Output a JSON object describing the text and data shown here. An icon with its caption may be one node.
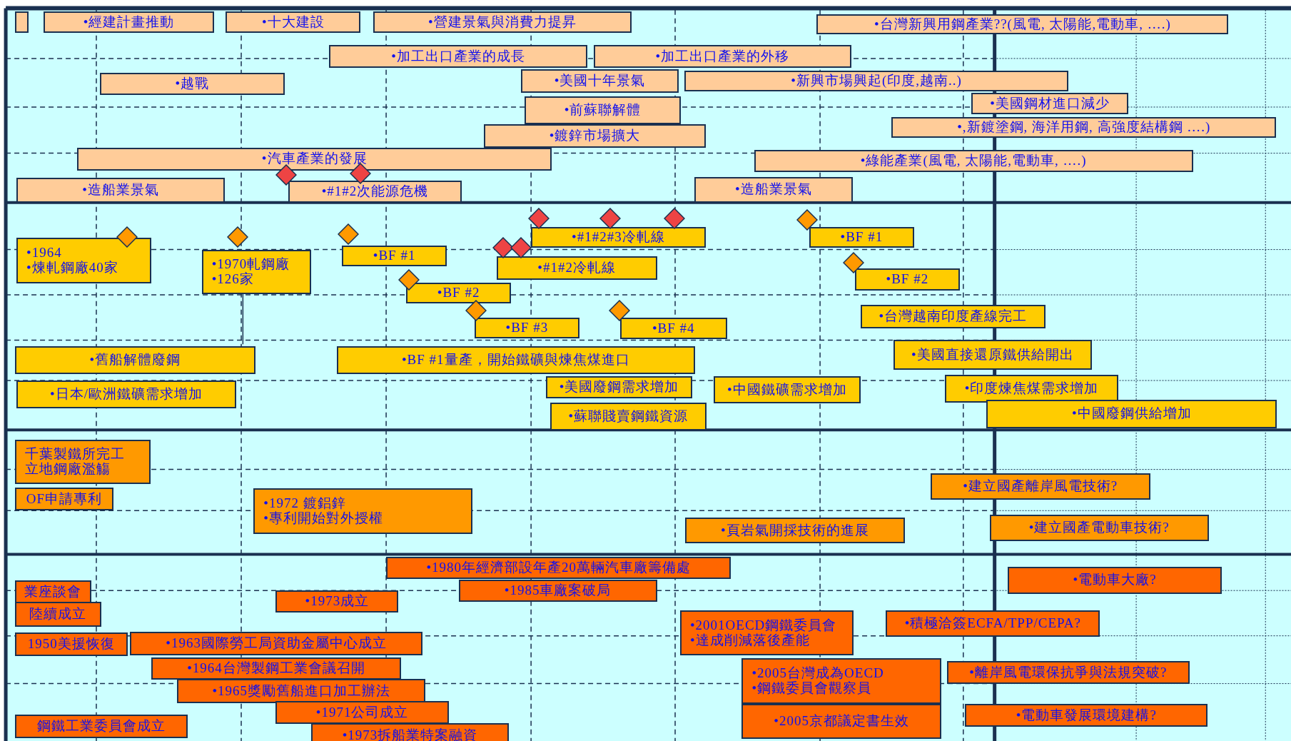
{
  "diagram": {
    "nodes": [
      {
        "text": [],
        "shape": "box"
      },
      {
        "text": [
          "•經建計畫推動"
        ]
      },
      {
        "text": [
          "•十大建設"
        ]
      },
      {
        "text": [
          "•營建景氣與消費力提昇"
        ]
      },
      {
        "text": [
          "•台灣新興用鋼產業??(風電, 太陽能,電動車, ….)"
        ]
      },
      {
        "text": [
          "•加工出口產業的成長"
        ]
      },
      {
        "text": [
          "•加工出口產業的外移"
        ]
      },
      {
        "text": [
          "•越戰"
        ]
      },
      {
        "text": [
          "•美國十年景氣"
        ]
      },
      {
        "text": [
          "•新興市場興起(印度,越南..)"
        ]
      },
      {
        "text": [
          "•前蘇聯解體"
        ]
      },
      {
        "text": [
          "•美國鋼材進口減少"
        ]
      },
      {
        "text": [
          "•鍍鋅市場擴大"
        ]
      },
      {
        "text": [
          "•,新鍍塗鋼, 海洋用鋼, 高強度結構鋼 ….)"
        ]
      },
      {
        "text": [
          "•汽車產業的發展"
        ]
      },
      {
        "text": [
          "•綠能產業(風電, 太陽能,電動車, ….)"
        ]
      },
      {
        "text": [
          "•造船業景氣"
        ]
      },
      {
        "text": [
          "•#1#2次能源危機"
        ]
      },
      {
        "text": [
          "•造船業景氣"
        ]
      },
      {
        "text": [
          "•1964",
          "•煉軋鋼廠40家"
        ]
      },
      {
        "text": [
          "•1970軋鋼廠",
          "•126家"
        ]
      },
      {
        "text": [
          "•BF #1"
        ]
      },
      {
        "text": [
          "•#1#2#3冷軋線"
        ]
      },
      {
        "text": [
          "•#1#2冷軋線"
        ]
      },
      {
        "text": [
          "•BF #2"
        ]
      },
      {
        "text": [
          "•BF #3"
        ]
      },
      {
        "text": [
          "•BF #4"
        ]
      },
      {
        "text": [
          "•BF #1"
        ]
      },
      {
        "text": [
          "•BF #2"
        ]
      },
      {
        "text": [
          "•台灣越南印度產線完工"
        ]
      },
      {
        "text": [
          "•舊船解體廢鋼"
        ]
      },
      {
        "text": [
          "•BF #1量產，開始鐵礦與煉焦煤進口"
        ]
      },
      {
        "text": [
          "•美國直接還原鐵供給開出"
        ]
      },
      {
        "text": [
          "•日本/歐洲鐵礦需求增加"
        ]
      },
      {
        "text": [
          "•美國廢鋼需求增加"
        ]
      },
      {
        "text": [
          "•中國鐵礦需求增加"
        ]
      },
      {
        "text": [
          "•印度煉焦煤需求增加"
        ]
      },
      {
        "text": [
          "•蘇聯賤賣鋼鐵資源"
        ]
      },
      {
        "text": [
          "•中國廢鋼供給增加"
        ]
      },
      {
        "text": [
          "千葉製鐵所完工",
          "立地鋼廠濫觴"
        ]
      },
      {
        "text": [
          "OF申請專利"
        ]
      },
      {
        "text": [
          "•1972 鍍鋁鋅",
          "•專利開始對外授權"
        ]
      },
      {
        "text": [
          "•頁岩氣開採技術的進展"
        ]
      },
      {
        "text": [
          "•建立國產離岸風電技術?"
        ]
      },
      {
        "text": [
          "•建立國產電動車技術?"
        ]
      },
      {
        "text": [
          "•1980年經濟部設年產20萬輛汽車廠籌備處"
        ]
      },
      {
        "text": [
          "業座談會"
        ]
      },
      {
        "text": [
          "•1985車廠案破局"
        ]
      },
      {
        "text": [
          "•1973成立"
        ]
      },
      {
        "text": [
          "陸續成立"
        ]
      },
      {
        "text": [
          "•電動車大廠?"
        ]
      },
      {
        "text": [
          "•2001OECD鋼鐵委員會",
          "•達成削減落後產能"
        ]
      },
      {
        "text": [
          "•積極洽簽ECFA/TPP/CEPA?"
        ]
      },
      {
        "text": [
          "1950美援恢復"
        ]
      },
      {
        "text": [
          "•1963國際勞工局資助金屬中心成立"
        ]
      },
      {
        "text": [
          "•1964台灣製鋼工業會議召開"
        ]
      },
      {
        "text": [
          "•2005台灣成為OECD",
          "•鋼鐵委員會觀察員"
        ]
      },
      {
        "text": [
          "•離岸風電環保抗爭與法規突破?"
        ]
      },
      {
        "text": [
          "•1965獎勵舊船進口加工辦法"
        ]
      },
      {
        "text": [
          "•2005京都議定書生效"
        ]
      },
      {
        "text": [
          "•1971公司成立"
        ]
      },
      {
        "text": [
          "•電動車發展環境建構?"
        ]
      },
      {
        "text": [
          "鋼鐵工業委員會成立"
        ]
      },
      {
        "text": [
          "•1973拆船業特案融資"
        ]
      },
      {
        "text": [],
        "shape": "diamond"
      },
      {
        "text": [],
        "shape": "diamond"
      },
      {
        "text": [],
        "shape": "diamond"
      },
      {
        "text": [],
        "shape": "diamond"
      },
      {
        "text": [],
        "shape": "diamond"
      },
      {
        "text": [],
        "shape": "diamond"
      },
      {
        "text": [],
        "shape": "diamond"
      },
      {
        "text": [],
        "shape": "diamond"
      },
      {
        "text": [],
        "shape": "diamond"
      },
      {
        "text": [],
        "shape": "diamond"
      },
      {
        "text": [],
        "shape": "diamond"
      },
      {
        "text": [],
        "shape": "diamond"
      },
      {
        "text": [],
        "shape": "diamond"
      },
      {
        "text": [],
        "shape": "diamond"
      },
      {
        "text": [],
        "shape": "diamond"
      }
    ]
  }
}
